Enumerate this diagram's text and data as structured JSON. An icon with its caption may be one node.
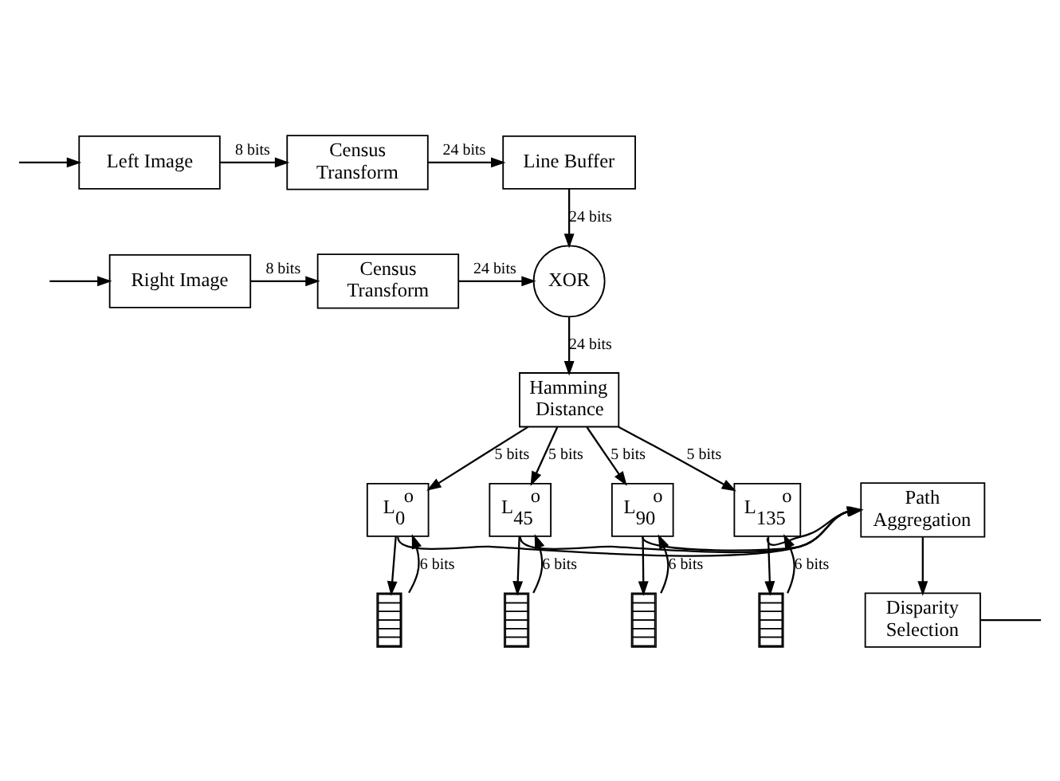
{
  "diagram": {
    "nodes": [
      {
        "text": [
          "Left Image"
        ]
      },
      {
        "text": [
          "Census Transform"
        ]
      },
      {
        "text": [
          "Line Buffer"
        ]
      },
      {
        "text": [
          "Right Image"
        ]
      },
      {
        "text": [
          "Census Transform"
        ]
      },
      {
        "text": [
          "XOR"
        ]
      },
      {
        "text": [
          "Hamming Distance"
        ]
      },
      {
        "text": [
          "L$_{0}$$^{o}$"
        ]
      },
      {
        "text": [
          "L$_{45}$$^{o}$"
        ]
      },
      {
        "text": [
          "L$_{90}$$^{o}$"
        ]
      },
      {
        "text": [
          "L$_{135}$$^{o}$"
        ]
      },
      {
        "text": [
          "Path Aggregation"
        ]
      },
      {
        "text": [
          "Disparity Selection"
        ]
      },
      {
        "text": [],
        "shape": "bar"
      },
      {
        "text": [],
        "shape": "bar"
      },
      {
        "text": [],
        "shape": "bar"
      },
      {
        "text": [],
        "shape": "bar"
      }
    ],
    "edges": [
      {
        "from": null,
        "to": 0,
        "arrow": "to"
      },
      {
        "from": 0,
        "to": 1,
        "arrow": "to",
        "label": "8 bits"
      },
      {
        "from": 1,
        "to": 2,
        "arrow": "to",
        "label": "24 bits"
      },
      {
        "from": 2,
        "to": 5,
        "arrow": "to",
        "label": "24 bits"
      },
      {
        "from": null,
        "to": 3,
        "arrow": "to"
      },
      {
        "from": 3,
        "to": 4,
        "arrow": "to",
        "label": "8 bits"
      },
      {
        "from": 4,
        "to": 5,
        "arrow": "to",
        "label": "24 bits"
      },
      {
        "from": 5,
        "to": 6,
        "arrow": "to",
        "label": "24 bits"
      },
      {
        "from": 6,
        "to": 7,
        "arrow": "to",
        "label": "5 bits"
      },
      {
        "from": 6,
        "to": 8,
        "arrow": "to",
        "label": "5 bits"
      },
      {
        "from": 6,
        "to": 9,
        "arrow": "to",
        "label": "5 bits"
      },
      {
        "from": 6,
        "to": 10,
        "arrow": "to",
        "label": "5 bits"
      },
      {
        "from": 7,
        "to": 13,
        "arrow": "to"
      },
      {
        "from": 13,
        "to": 7,
        "arrow": "to",
        "label": "6 bits"
      },
      {
        "from": 8,
        "to": 14,
        "arrow": "to"
      },
      {
        "from": 14,
        "to": 8,
        "arrow": "to",
        "label": "6 bits"
      },
      {
        "from": 9,
        "to": 15,
        "arrow": "to"
      },
      {
        "from": 15,
        "to": 9,
        "arrow": "to",
        "label": "6 bits"
      },
      {
        "from": 10,
        "to": 16,
        "arrow": "to"
      },
      {
        "from": 16,
        "to": 10,
        "arrow": "to",
        "label": "6 bits"
      },
      {
        "from": 10,
        "to": 11,
        "arrow": "to"
      },
      {
        "from": 9,
        "to": 11,
        "arrow": "to"
      },
      {
        "from": 8,
        "to": 11,
        "arrow": "to"
      },
      {
        "from": 7,
        "to": 11,
        "arrow": "to"
      },
      {
        "from": 11,
        "to": 12,
        "arrow": "to"
      },
      {
        "from": 12,
        "to": null,
        "arrow": "none"
      }
    ]
  }
}
